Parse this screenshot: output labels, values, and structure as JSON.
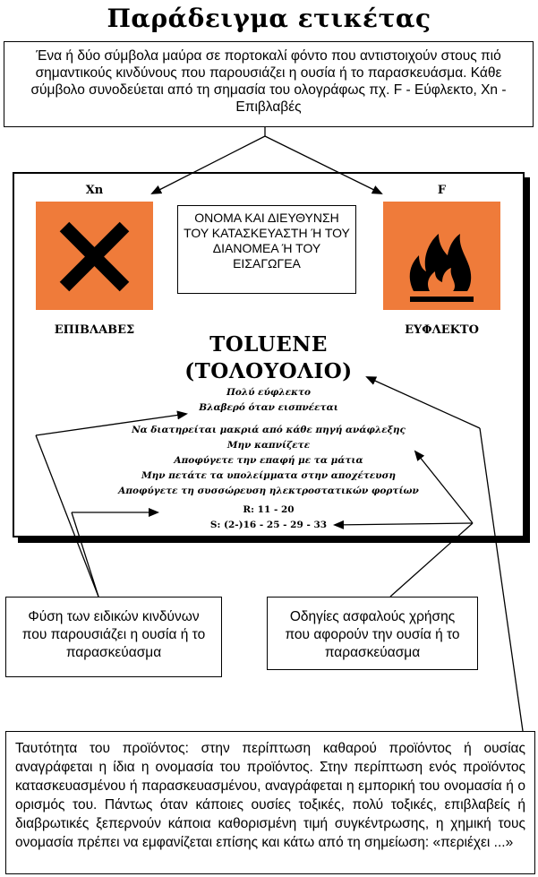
{
  "title": "Παράδειγμα ετικέτας",
  "intro_text": "Ένα ή δύο σύμβολα μαύρα σε πορτοκαλί φόντο που αντιστοιχούν στους πιό σημαντικούς κινδύνους που παρουσιάζει η ουσία ή το παρασκευάσμα. Κάθε σύμβολο συνοδεύεται από τη σημασία του ολογράφως πχ. F - Εύφλεκτο, Xn - Επιβλαβές",
  "label": {
    "symbol_left": {
      "code": "Xn",
      "name": "ΕΠΙΒΛΑΒΕΣ",
      "icon": "harmful-cross-icon"
    },
    "symbol_right": {
      "code": "F",
      "name": "ΕΥΦΛΕΚΤΟ",
      "icon": "flame-icon"
    },
    "manufacturer_box": "ΟΝΟΜΑ ΚΑΙ ΔΙΕΥΘΥΝΣΗ ΤΟΥ ΚΑΤΑΣΚΕΥΑΣΤΗ Ή ΤΟΥ ΔΙΑΝΟΜΕΑ Ή ΤΟΥ ΕΙΣΑΓΩΓΕΑ",
    "product_name": "TOLUENE",
    "product_name_greek": "(ΤΟΛΟΥΟΛΙΟ)",
    "risk_phrases": [
      "Πολύ εύφλεκτο",
      "Βλαβερό όταν εισπνέεται"
    ],
    "safety_phrases": [
      "Να διατηρείται μακριά από κάθε πηγή ανάφλεξης",
      "Μην καπνίζετε",
      "Αποφύγετε την επαφή με τα μάτια",
      "Μην πετάτε τα υπολείμματα στην αποχέτευση",
      "Αποφύγετε τη συσσώρευση ηλεκτροστατικών φορτίων"
    ],
    "r_codes": "R: 11 - 20",
    "s_codes": "S: (2-)16 - 25 - 29 - 33"
  },
  "callout_hazards": "Φύση των ειδικών κινδύνων που παρουσιάζει η ουσία ή το παρασκεύασμα",
  "callout_safety": "Οδηγίες ασφαλούς χρήσης που αφορούν την ουσία ή το παρασκεύασμα",
  "footer_text": "Ταυτότητα του προϊόντος: στην περίπτωση καθαρού προϊόντος ή ουσίας αναγράφεται η ίδια η ονομασία του προϊόντος. Στην περίπτωση ενός προϊόντος κατασκευασμένου ή παρασκευασμένου, αναγράφεται η εμπορική του ονομασία ή ο ορισμός του. Πάντως όταν κάποιες ουσίες τοξικές, πολύ τοξικές, επιβλαβείς ή διαβρωτικές ξεπερνούν κάποια καθορισμένη τιμή συγκέντρωσης, η χημική τους ονομασία πρέπει να εμφανίζεται επίσης και κάτω από τη σημείωση: «περιέχει ...»",
  "colors": {
    "hazard_orange": "#ef7b3a",
    "ink": "#000000"
  }
}
